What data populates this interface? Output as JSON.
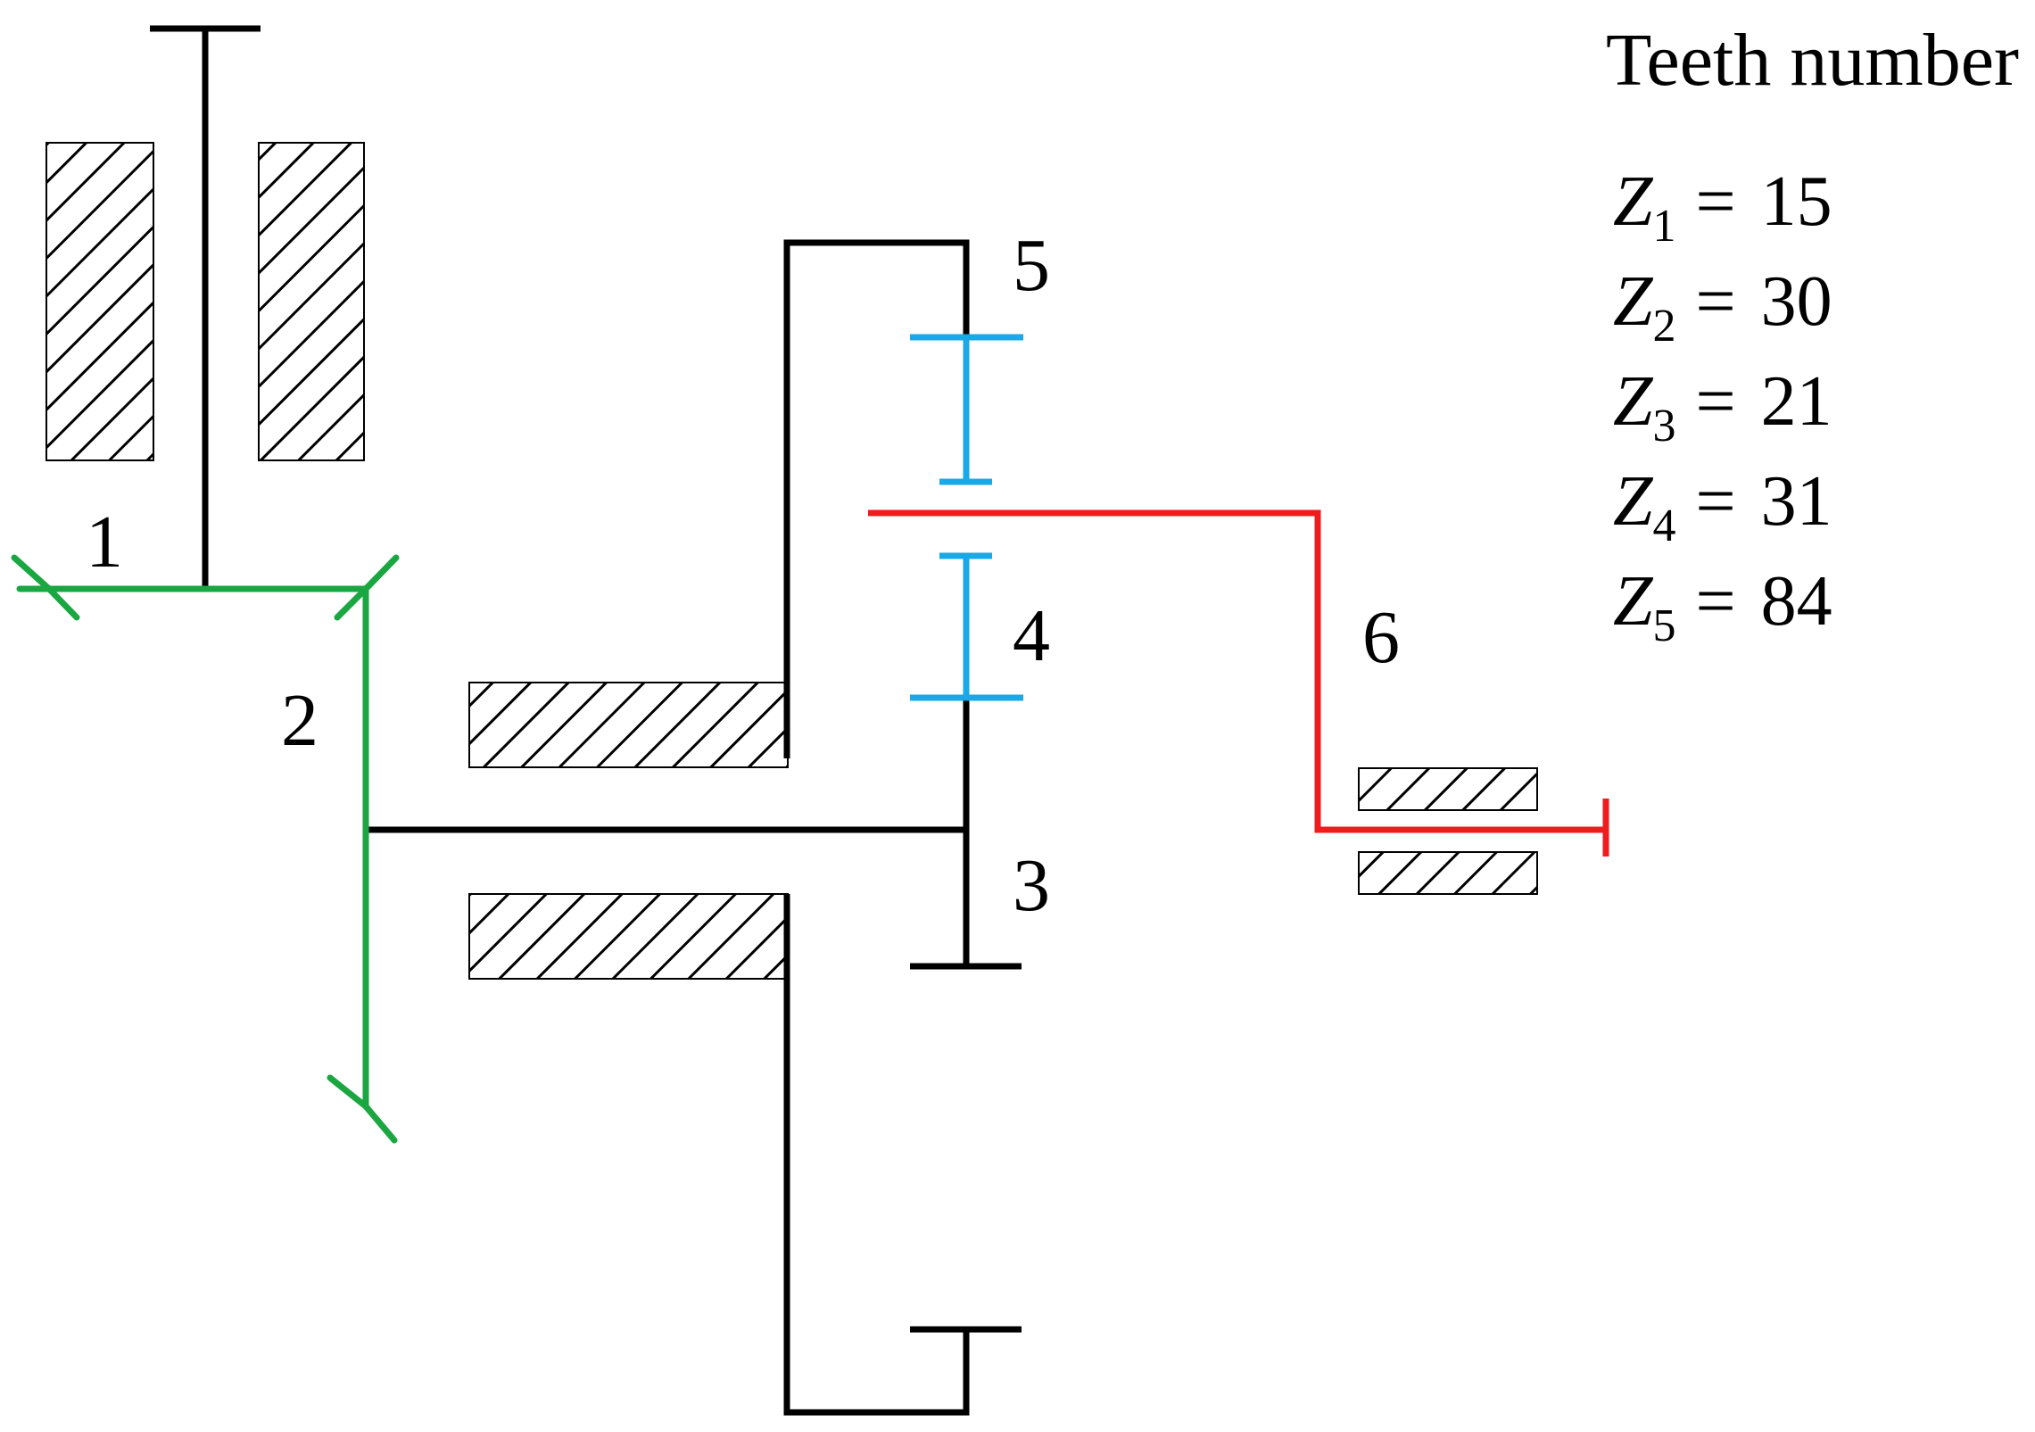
{
  "labels": {
    "part1": "1",
    "part2": "2",
    "part3": "3",
    "part4": "4",
    "part5": "5",
    "part6": "6"
  },
  "teeth": {
    "heading": "Teeth number",
    "rows": [
      {
        "symbol": "Z",
        "index": "1",
        "value": "15"
      },
      {
        "symbol": "Z",
        "index": "2",
        "value": "30"
      },
      {
        "symbol": "Z",
        "index": "3",
        "value": "21"
      },
      {
        "symbol": "Z",
        "index": "4",
        "value": "31"
      },
      {
        "symbol": "Z",
        "index": "5",
        "value": "84"
      }
    ]
  },
  "colors": {
    "frame": "#000000",
    "bevel_gears": "#1aa640",
    "planet_gear": "#19a9e6",
    "carrier": "#ee1c1c"
  }
}
